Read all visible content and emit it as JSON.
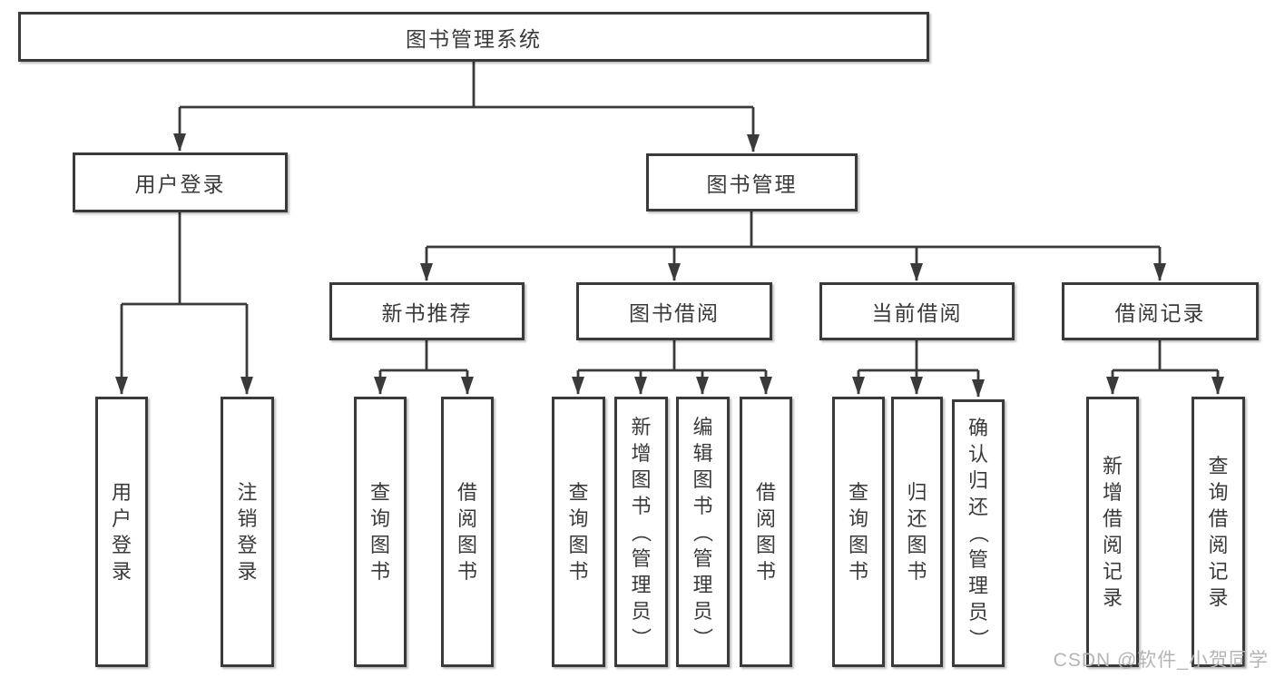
{
  "diagram": {
    "root": {
      "label": "图书管理系统"
    },
    "branches": [
      {
        "label": "用户登录",
        "children": [
          {
            "label": "用户登录"
          },
          {
            "label": "注销登录"
          }
        ]
      },
      {
        "label": "图书管理",
        "groups": [
          {
            "label": "新书推荐",
            "children": [
              {
                "label": "查询图书"
              },
              {
                "label": "借阅图书"
              }
            ]
          },
          {
            "label": "图书借阅",
            "children": [
              {
                "label": "查询图书"
              },
              {
                "label": "新增图书（管理员）"
              },
              {
                "label": "编辑图书（管理员）"
              },
              {
                "label": "借阅图书"
              }
            ]
          },
          {
            "label": "当前借阅",
            "children": [
              {
                "label": "查询图书"
              },
              {
                "label": "归还图书"
              },
              {
                "label": "确认归还（管理员）"
              }
            ]
          },
          {
            "label": "借阅记录",
            "children": [
              {
                "label": "新增借阅记录"
              },
              {
                "label": "查询借阅记录"
              }
            ]
          }
        ]
      }
    ]
  },
  "watermark": {
    "text": "CSDN @软件_小贺同学"
  },
  "colors": {
    "line": "#3a3a3a",
    "text": "#3a3a3a",
    "background": "#ffffff",
    "watermark": "#b5b5b5"
  }
}
